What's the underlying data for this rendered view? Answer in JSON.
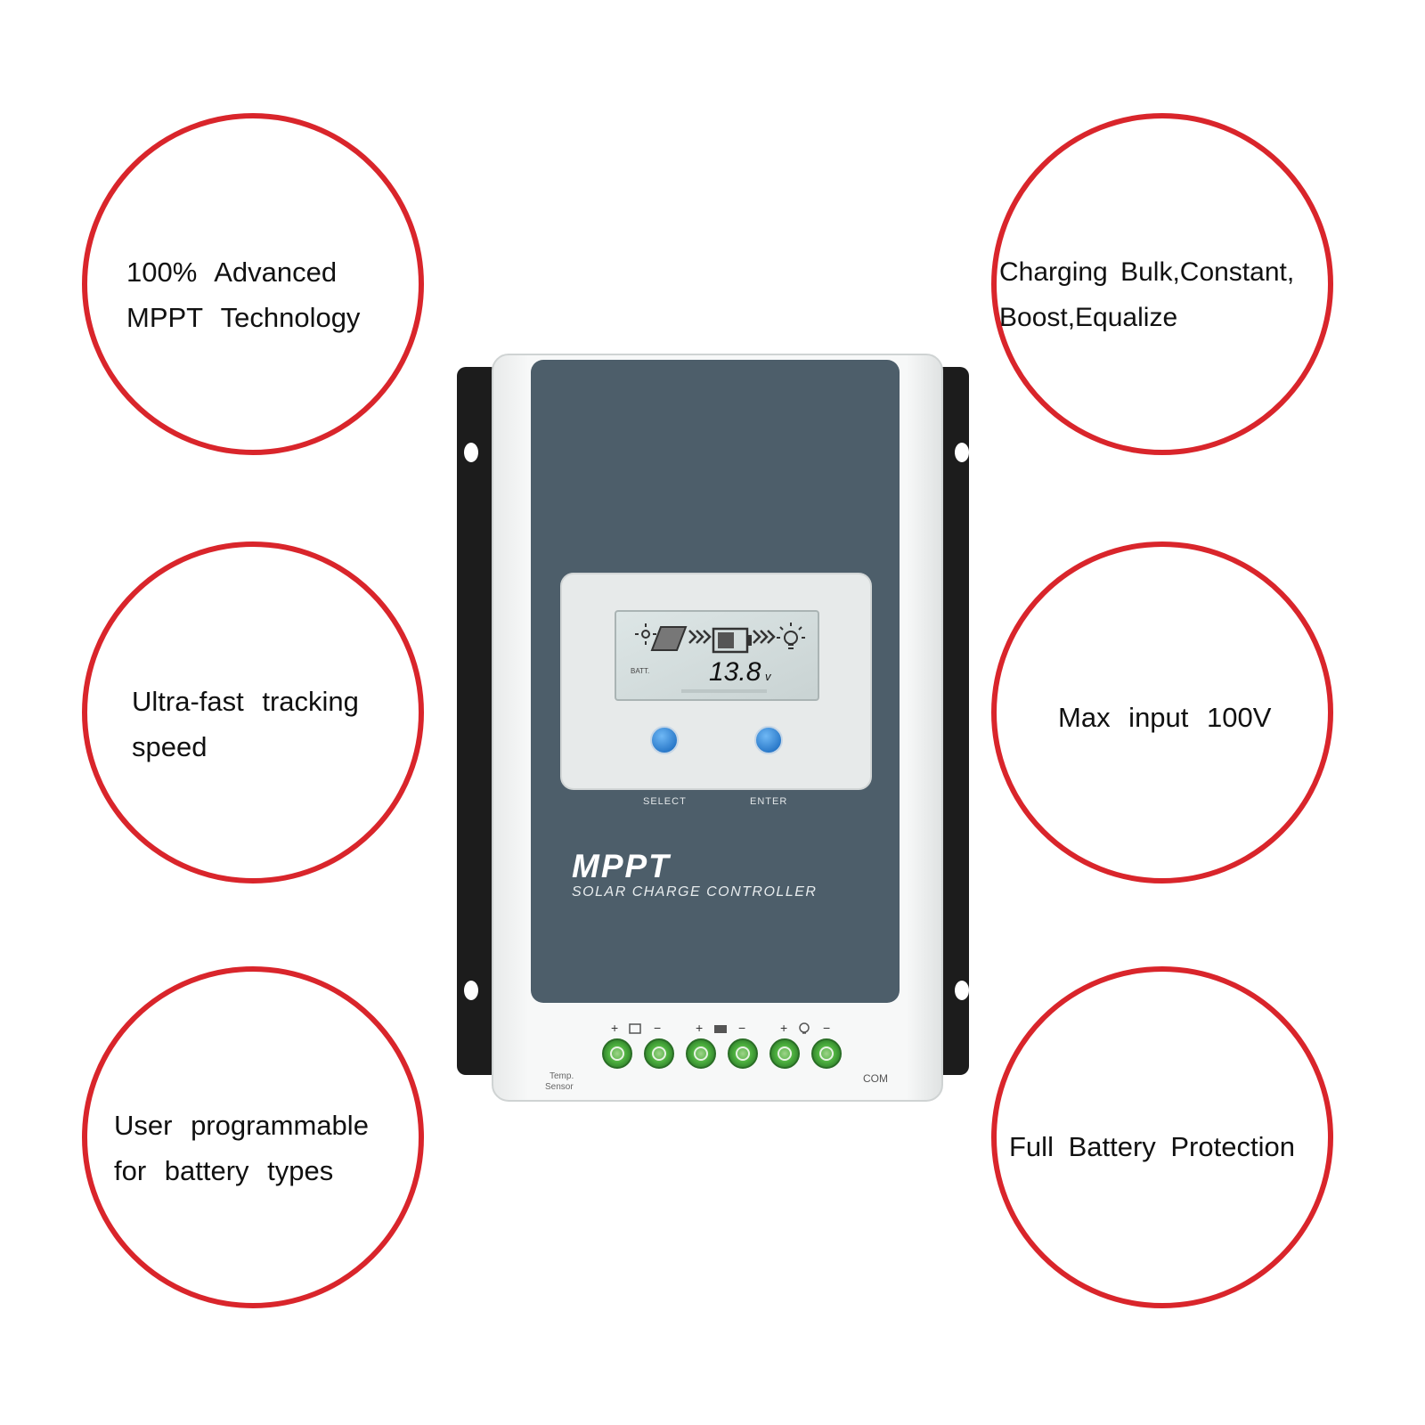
{
  "features": {
    "left": [
      {
        "lines": [
          "100% Advanced",
          "MPPT Technology"
        ]
      },
      {
        "lines": [
          "Ultra-fast tracking",
          "speed"
        ]
      },
      {
        "lines": [
          "User programmable",
          "for battery types"
        ]
      }
    ],
    "right": [
      {
        "lines": [
          "Charging Bulk,Constant,",
          "Boost,Equalize"
        ]
      },
      {
        "lines": [
          "Max input 100V"
        ]
      },
      {
        "lines": [
          "Full Battery Protection"
        ]
      }
    ]
  },
  "device": {
    "brand": "MPPT",
    "subtitle": "SOLAR CHARGE CONTROLLER",
    "lcd": {
      "batt_label": "BATT.",
      "voltage": "13.8",
      "unit": "v"
    },
    "buttons": {
      "select": "SELECT",
      "enter": "ENTER"
    },
    "terminals": {
      "temp_sensor_line1": "Temp.",
      "temp_sensor_line2": "Sensor",
      "com": "COM",
      "plus": "+",
      "minus": "−"
    }
  },
  "colors": {
    "accent_circle": "#d9252b",
    "front_panel": "#4d5e6a",
    "button": "#2f8fe0",
    "terminal": "#3aa83c"
  }
}
